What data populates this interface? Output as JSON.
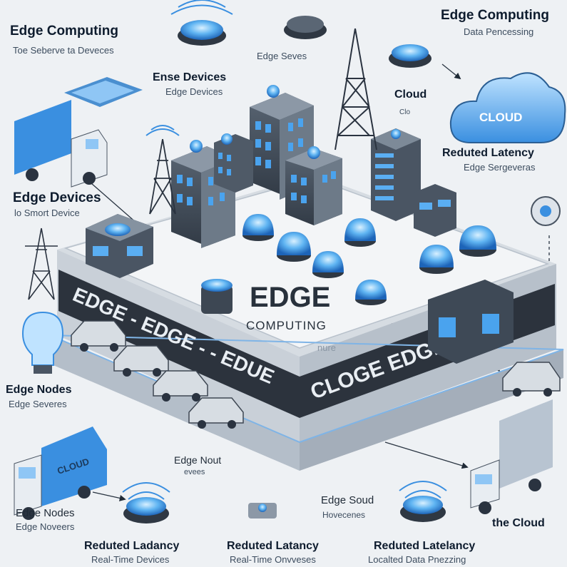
{
  "colors": {
    "background": "#eef1f4",
    "accent_blue": "#3a8fe0",
    "dark_slate": "#3b4654",
    "platform_top": "#f3f5f7",
    "platform_side": "#c9d0d8",
    "band": "#2c333d"
  },
  "labels": {
    "top_left_title": "Edge Computing",
    "top_left_sub": "Toe Seberve ta Deveces",
    "top_right_title": "Edge Computing",
    "top_right_sub": "Data Pencessing",
    "edge_seves": "Edge Seves",
    "ense_devices": "Ense Devices",
    "ense_devices_sub": "Edge Devices",
    "cloud_label": "Cloud",
    "cloud_small": "Clo",
    "cloud_text": "CLOUD",
    "reduted_latency_right": "Reduted Latency",
    "reduted_latency_right_sub": "Edge Sergeveras",
    "edge_devices_left": "Edge Devices",
    "edge_devices_left_sub": "lo Smort Device",
    "edge_nodes_mid": "Edge Nodes",
    "edge_nodes_mid_sub": "Edge Severes",
    "edge_nout": "Edge Nout",
    "edge_nout_sub": "evees",
    "edge_sound": "Edge Soud",
    "edge_sound_sub": "Hovecenes",
    "edge_nodes_bottom": "Edge Nodes",
    "edge_nodes_bottom_sub": "Edge Noveers",
    "reduted_ladancy": "Reduted Ladancy",
    "reduted_ladancy_sub": "Real-Time Devices",
    "reduted_latancy": "Reduted Latancy",
    "reduted_latancy_sub": "Real-Time Onvveses",
    "reduted_latelancy": "Reduted Latelancy",
    "reduted_latelancy_sub": "Localted Data Pnezzing",
    "the_cloud": "the Cloud",
    "truck_cloud": "CLOUD"
  },
  "platform": {
    "title": "EDGE",
    "subtitle": "COMPUTING",
    "faint": "nure",
    "band_left": "EDGE - EDGE - - EDUE",
    "band_right": "CLOGE EDGD"
  },
  "icons": [
    "cloud-icon",
    "tower-icon",
    "truck-icon",
    "car-icon",
    "building-icon",
    "server-icon",
    "node-icon",
    "bulb-icon",
    "wifi-icon"
  ]
}
